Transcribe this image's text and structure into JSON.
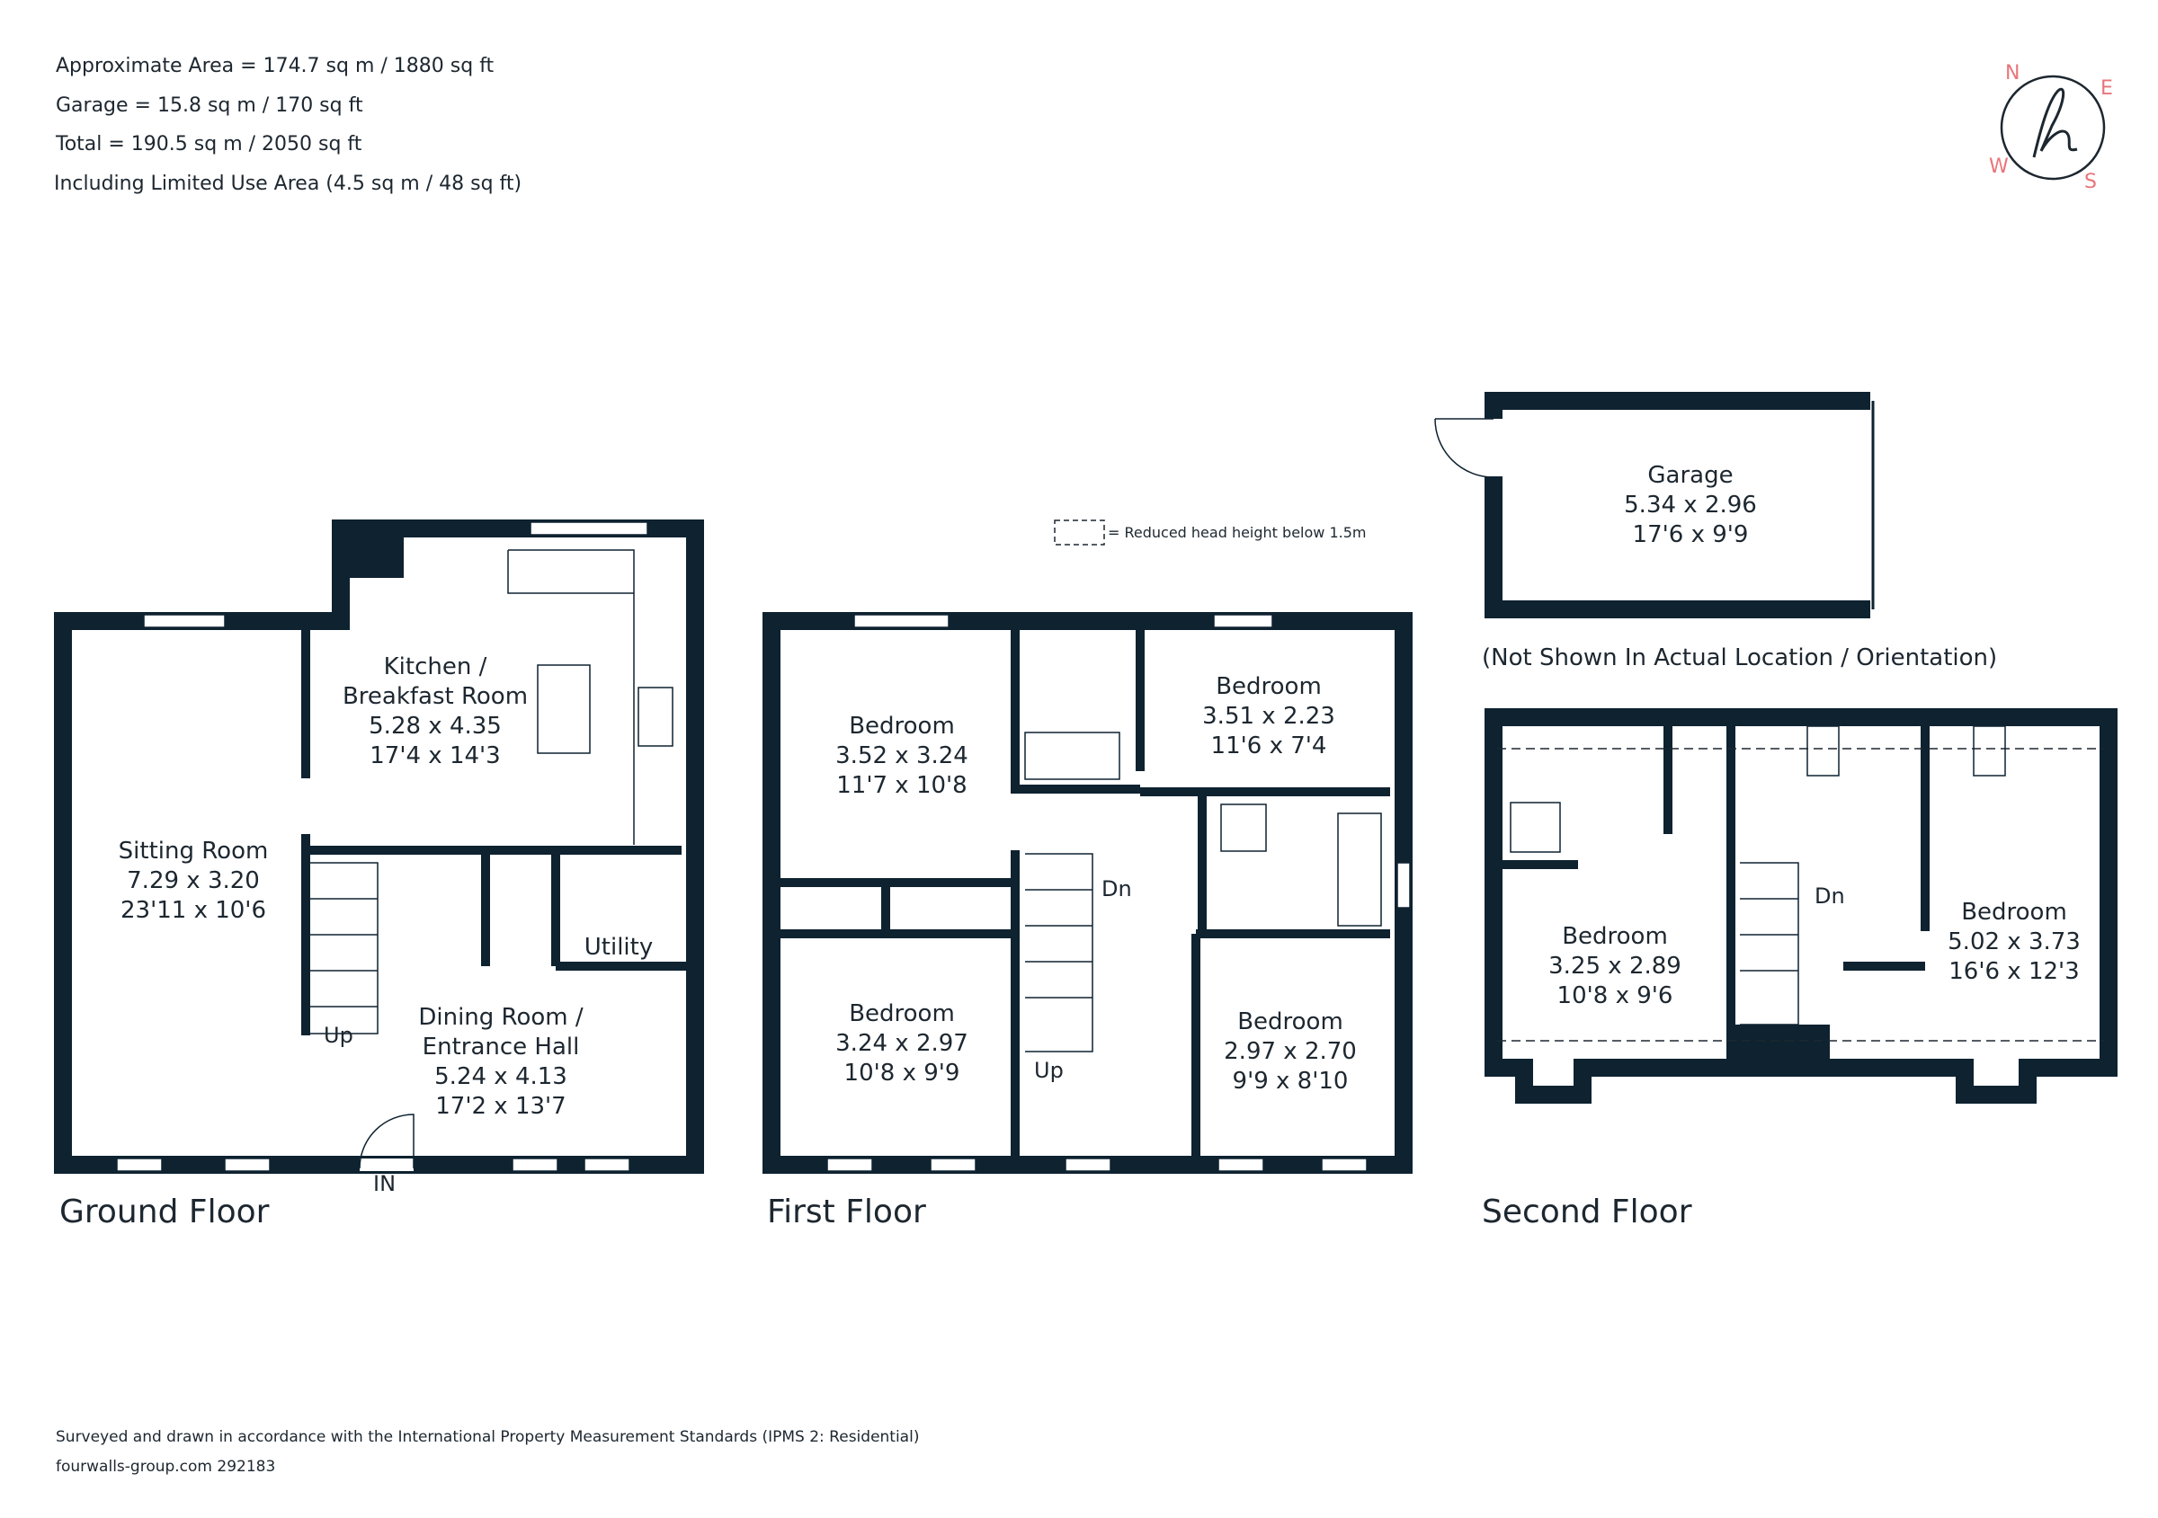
{
  "summary": {
    "approx_area": "Approximate Area = 174.7 sq m / 1880 sq ft",
    "garage": "Garage = 15.8 sq m / 170 sq ft",
    "total": "Total = 190.5 sq m / 2050 sq ft",
    "limited_use": "Including Limited Use Area (4.5 sq m / 48 sq ft)"
  },
  "compass": {
    "n": "N",
    "e": "E",
    "s": "S",
    "w": "W",
    "accent": "#e8757a"
  },
  "wall_color": "#0e2230",
  "legend": {
    "reduced_head_height": "= Reduced head height below 1.5m"
  },
  "ground_floor": {
    "title": "Ground Floor",
    "kitchen": [
      "Kitchen /",
      "Breakfast Room",
      "5.28 x 4.35",
      "17'4 x 14'3"
    ],
    "sitting": [
      "Sitting Room",
      "7.29 x 3.20",
      "23'11 x 10'6"
    ],
    "dining": [
      "Dining Room /",
      "Entrance Hall",
      "5.24 x 4.13",
      "17'2 x 13'7"
    ],
    "utility": "Utility",
    "up": "Up",
    "entrance": "IN"
  },
  "first_floor": {
    "title": "First Floor",
    "bed1": [
      "Bedroom",
      "3.52 x 3.24",
      "11'7 x 10'8"
    ],
    "bed2": [
      "Bedroom",
      "3.51 x 2.23",
      "11'6 x 7'4"
    ],
    "bed3": [
      "Bedroom",
      "3.24 x 2.97",
      "10'8 x 9'9"
    ],
    "bed4": [
      "Bedroom",
      "2.97 x 2.70",
      "9'9 x 8'10"
    ],
    "dn": "Dn",
    "up": "Up"
  },
  "garage": {
    "label": [
      "Garage",
      "5.34 x 2.96",
      "17'6 x 9'9"
    ],
    "note": "(Not Shown In Actual Location / Orientation)"
  },
  "second_floor": {
    "title": "Second Floor",
    "bed1": [
      "Bedroom",
      "3.25 x 2.89",
      "10'8 x 9'6"
    ],
    "bed2": [
      "Bedroom",
      "5.02 x 3.73",
      "16'6 x 12'3"
    ],
    "dn": "Dn"
  },
  "footer": {
    "standard": "Surveyed and drawn in accordance with the International Property Measurement Standards (IPMS 2: Residential)",
    "ref": "fourwalls-group.com 292183"
  }
}
